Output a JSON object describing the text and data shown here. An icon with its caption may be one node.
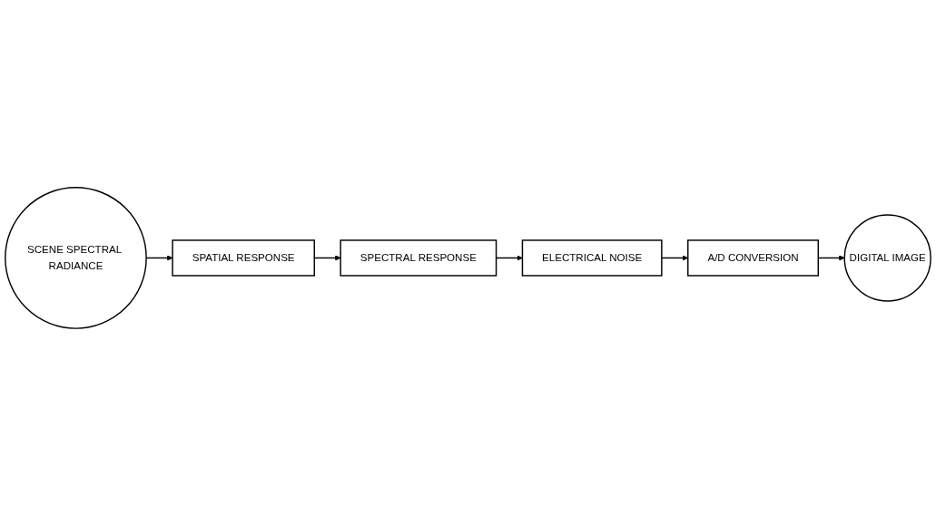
{
  "diagram": {
    "nodes": [
      {
        "text": [
          "SCENE SPECTRAL RADIANCE"
        ]
      },
      {
        "text": [
          "SPATIAL RESPONSE"
        ]
      },
      {
        "text": [
          "SPECTRAL RESPONSE"
        ]
      },
      {
        "text": [
          "ELECTRICAL NOISE"
        ]
      },
      {
        "text": [
          "A/D CONVERSION"
        ]
      },
      {
        "text": [
          "DIGITAL IMAGE"
        ]
      }
    ],
    "edges": [
      {
        "from": 0,
        "to": 1,
        "arrow": "to"
      },
      {
        "from": 1,
        "to": 2,
        "arrow": "to"
      },
      {
        "from": 2,
        "to": 3,
        "arrow": "to"
      },
      {
        "from": 3,
        "to": 4,
        "arrow": "to"
      },
      {
        "from": 4,
        "to": 5,
        "arrow": "to"
      }
    ]
  }
}
